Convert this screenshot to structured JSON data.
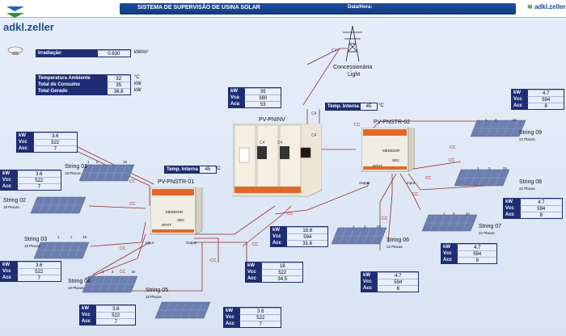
{
  "header": {
    "title": "SISTEMA DE SUPERVISÃO DE USINA SOLAR",
    "date_label": "Data/Hora:",
    "brand": "adkl.zeller",
    "brand_right": "adkl.zeller"
  },
  "irradiation": {
    "label": "Irradiação",
    "value": "0.630",
    "unit": "kW/m²"
  },
  "env": {
    "rows": [
      {
        "label": "Temperatura Ambiente",
        "value": "32",
        "unit": "°C"
      },
      {
        "label": "Total de Consumo",
        "value": "35",
        "unit": "kW"
      },
      {
        "label": "Total Gerado",
        "value": "36.8",
        "unit": "kW"
      }
    ]
  },
  "grid": {
    "label_line1": "Concessionária",
    "label_line2": "Light"
  },
  "inverter": {
    "name": "PV-PNINV",
    "readings": [
      {
        "label": "kW",
        "value": "35"
      },
      {
        "label": "Vca",
        "value": "380"
      },
      {
        "label": "Aca",
        "value": "53"
      }
    ]
  },
  "stringbox1": {
    "name": "PV-PNSTR-01",
    "temp_label": "Temp. Interna",
    "temp_value": "45",
    "temp_unit": "°C",
    "meter_label": "MEDIDOR",
    "sec_label": "SEC",
    "dpst_label": "DPST",
    "input_label": "Input",
    "output_label": "Output",
    "readings": [
      {
        "label": "kW",
        "value": "18"
      },
      {
        "label": "Vcc",
        "value": "522"
      },
      {
        "label": "Acc",
        "value": "34.5"
      }
    ]
  },
  "stringbox2": {
    "name": "PV-PNSTR-02",
    "temp_label": "Temp. Interna",
    "temp_value": "45",
    "temp_unit": "°C",
    "meter_label": "MEDIDOR",
    "sec_label": "SEC",
    "dpst_label": "DPST",
    "input_label": "Input",
    "output_label": "Output",
    "readings": [
      {
        "label": "kW",
        "value": "18.8"
      },
      {
        "label": "Vcc",
        "value": "594"
      },
      {
        "label": "Acc",
        "value": "31.6"
      }
    ]
  },
  "strings": [
    {
      "name": "String 01",
      "plates": "18 Placas",
      "kw": "3.6",
      "vcc": "522",
      "acc": "7"
    },
    {
      "name": "String 02",
      "plates": "18 Placas",
      "kw": "3.6",
      "vcc": "522",
      "acc": "7"
    },
    {
      "name": "String 03",
      "plates": "18 Placas",
      "kw": "3.6",
      "vcc": "522",
      "acc": "7"
    },
    {
      "name": "String 04",
      "plates": "18 Placas",
      "kw": "3.6",
      "vcc": "522",
      "acc": "7"
    },
    {
      "name": "String 05",
      "plates": "18 Placas",
      "kw": "3.6",
      "vcc": "522",
      "acc": "7"
    },
    {
      "name": "String 06",
      "plates": "22 Placas",
      "kw": "4.7",
      "vcc": "594",
      "acc": "8"
    },
    {
      "name": "String 07",
      "plates": "22 Placas",
      "kw": "4.7",
      "vcc": "594",
      "acc": "8"
    },
    {
      "name": "String 08",
      "plates": "22 Placas",
      "kw": "4.7",
      "vcc": "594",
      "acc": "8"
    },
    {
      "name": "String 09",
      "plates": "22 Placas",
      "kw": "4.7",
      "vcc": "594",
      "acc": "8"
    }
  ],
  "labels": {
    "kw": "kW",
    "vcc": "Vcc",
    "acc": "Acc",
    "cc": "CC",
    "c4": "C4",
    "n1": "1",
    "n2": "2",
    "n18": "18",
    "n22": "22"
  },
  "colors": {
    "header": "#1f4f9e",
    "panel_label": "#1e2d74",
    "wire": "#9b2b2b",
    "wire_ca": "#6c2d6c"
  }
}
